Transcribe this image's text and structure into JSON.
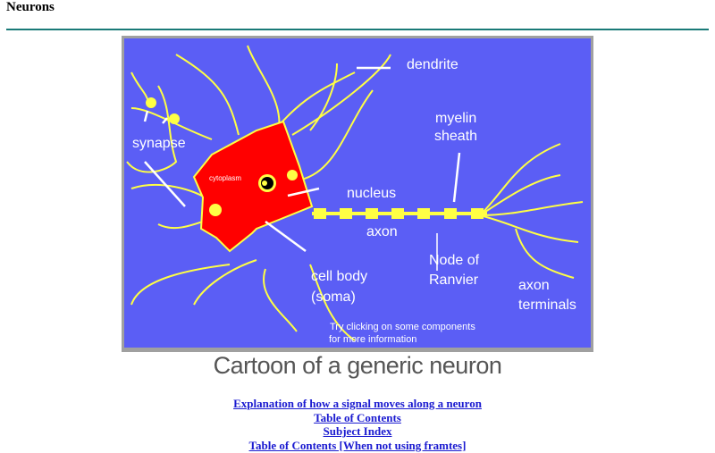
{
  "page_title": "Neurons",
  "figure": {
    "labels": {
      "dendrite": "dendrite",
      "myelin_1": "myelin",
      "myelin_2": "sheath",
      "synapse": "synapse",
      "cytoplasm": "cytoplasm",
      "nucleus": "nucleus",
      "axon": "axon",
      "node_1": "Node of",
      "node_2": "Ranvier",
      "cell_body_1": "cell body",
      "cell_body_2": "(soma)",
      "terminals_1": "axon",
      "terminals_2": "terminals",
      "hint_1": "Try clicking on some components",
      "hint_2": "for more information"
    },
    "caption": "Cartoon of a generic neuron",
    "colors": {
      "background": "#5b5ef5",
      "soma": "#ff0000",
      "dendrite": "#ffff44"
    }
  },
  "links": [
    "Explanation of how a signal moves along a neuron",
    "Table of Contents",
    "Subject Index",
    "Table of Contents [When not using framtes]"
  ]
}
